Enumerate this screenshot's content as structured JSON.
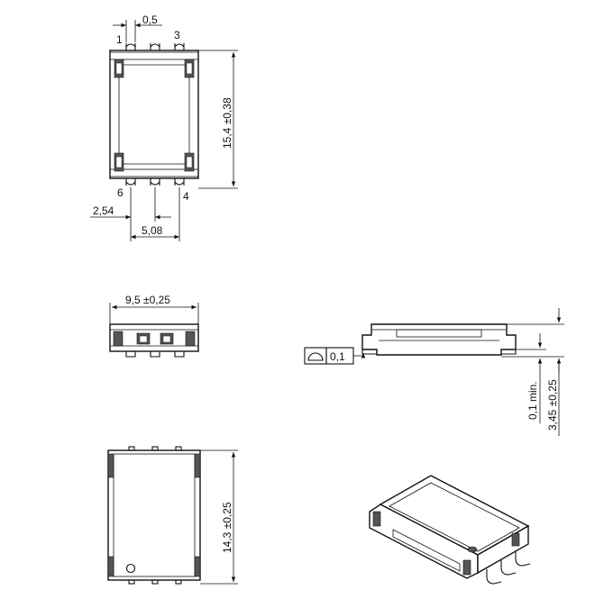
{
  "top_view": {
    "pin_labels": [
      "1",
      "3",
      "6",
      "4"
    ],
    "dim_pin_width": "0,5",
    "dim_length": "15,4 ±0,38",
    "dim_pitch": "2,54",
    "dim_span": "5,08"
  },
  "front_view": {
    "dim_width": "9,5 ±0,25"
  },
  "bottom_view": {
    "dim_length": "14,3 ±0,25"
  },
  "side_view": {
    "tolerance_value": "0,1",
    "dim_standoff": "0,1 min.",
    "dim_height": "3,45 ±0,25"
  }
}
